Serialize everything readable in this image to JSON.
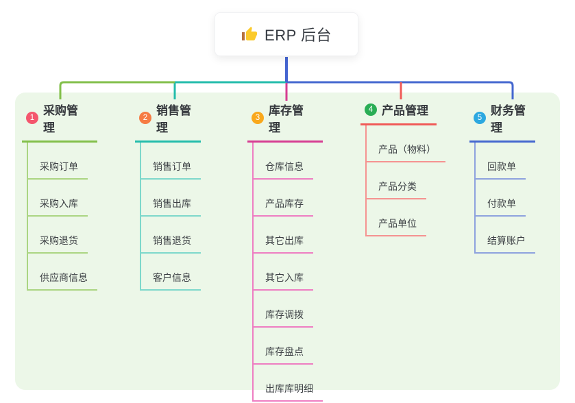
{
  "root": {
    "title": "ERP 后台",
    "icon": "thumbs-up"
  },
  "branches": [
    {
      "num": "1",
      "title": "采购管理",
      "badge_color": "#f4566d",
      "line_color": "#82bf4a",
      "child_line_color": "#abd582",
      "children": [
        "采购订单",
        "采购入库",
        "采购退货",
        "供应商信息"
      ]
    },
    {
      "num": "2",
      "title": "销售管理",
      "badge_color": "#f67c44",
      "line_color": "#23bcab",
      "child_line_color": "#7ed8cb",
      "children": [
        "销售订单",
        "销售出库",
        "销售退货",
        "客户信息"
      ]
    },
    {
      "num": "3",
      "title": "库存管理",
      "badge_color": "#f9a81c",
      "line_color": "#d63d92",
      "child_line_color": "#ee7ec2",
      "children": [
        "仓库信息",
        "产品库存",
        "其它出库",
        "其它入库",
        "库存调拨",
        "库存盘点",
        "出库库明细"
      ]
    },
    {
      "num": "4",
      "title": "产品管理",
      "badge_color": "#2aad55",
      "line_color": "#f05a57",
      "child_line_color": "#f59391",
      "children": [
        "产品（物料）",
        "产品分类",
        "产品单位"
      ]
    },
    {
      "num": "5",
      "title": "财务管理",
      "badge_color": "#2ca8e0",
      "line_color": "#4467cf",
      "child_line_color": "#8ea2de",
      "children": [
        "回款单",
        "付款单",
        "结算账户"
      ]
    }
  ],
  "colors": {
    "stem": "#4565d1",
    "panel_bg": "#ecf7e8",
    "page_bg": "#ffffff",
    "thumb_hand": "#fbca2b",
    "thumb_cuff": "#b5713f"
  }
}
